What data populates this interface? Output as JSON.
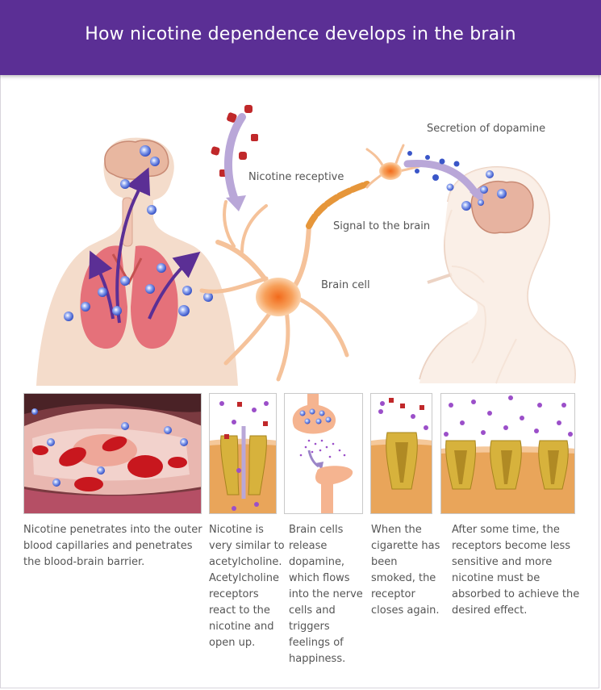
{
  "header": {
    "title": "How nicotine dependence develops in the brain"
  },
  "illustration": {
    "labels": {
      "nicotine_receptive": "Nicotine receptive",
      "secretion_of_dopamine": "Secretion of dopamine",
      "signal_to_the_brain": "Signal to the brain",
      "brain_cell": "Brain cell"
    }
  },
  "panels": [
    {
      "caption": "Nicotine penetrates into the outer blood capillaries and penetrates the blood-brain barrier."
    },
    {
      "caption": "Nicotine is very similar to acetylcholine. Acetylcholine receptors react to the nicotine and open up."
    },
    {
      "caption": "Brain cells release dopamine, which flows into the nerve cells and triggers feelings of happiness."
    },
    {
      "caption": "When the cigarette has been smoked, the receptor closes again."
    },
    {
      "caption": "After some time, the receptors become less sensitive and more nicotine must be absorbed to achieve the desired effect."
    }
  ],
  "colors": {
    "header": "#5b2f95",
    "arrow": "#5b2f95",
    "nicotine": "#c0282a",
    "dopamine": "#3a56c8",
    "acetylcholine": "#9b4fc9",
    "neuron": "#f5c29a",
    "skin": "#f4dccb",
    "receptor": "#d7b23c",
    "membrane": "#e9a55a"
  }
}
